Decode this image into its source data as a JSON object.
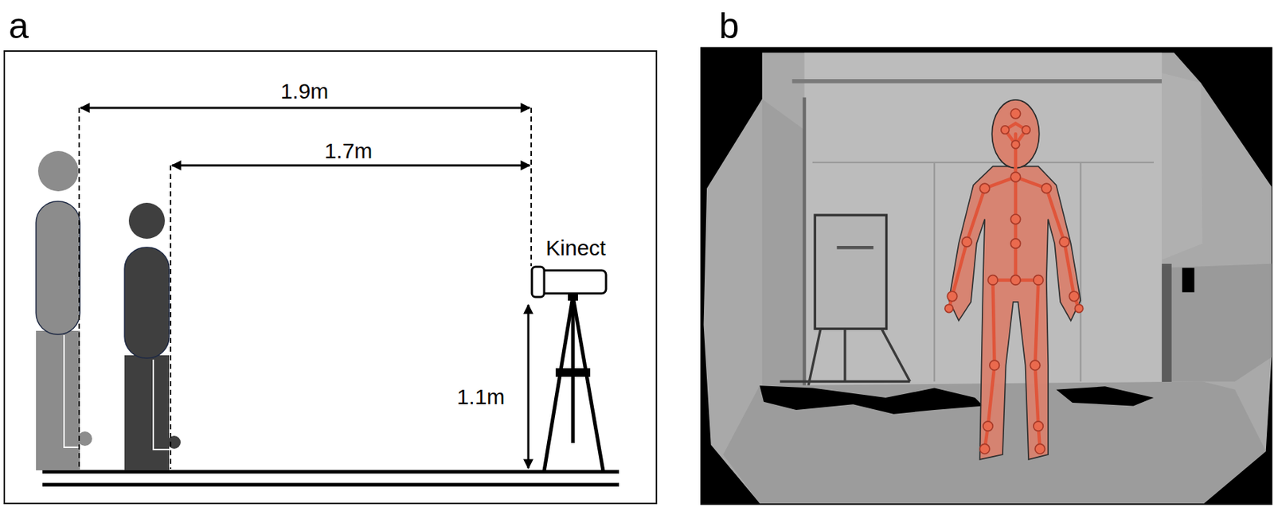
{
  "diagram": {
    "labels": [
      "a",
      "1.9m",
      "1.7m",
      "Kinect",
      "1.1m",
      "b"
    ]
  }
}
